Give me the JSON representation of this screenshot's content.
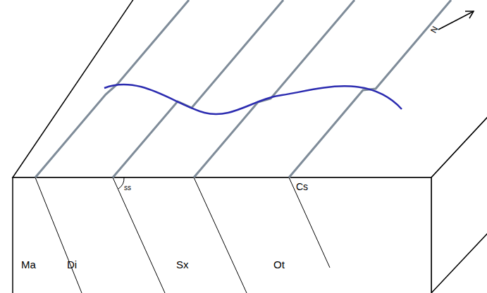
{
  "diagram": {
    "labels": [
      "Ma",
      "Di",
      "Sx",
      "Ot",
      "ss",
      "Cs",
      "N"
    ]
  }
}
